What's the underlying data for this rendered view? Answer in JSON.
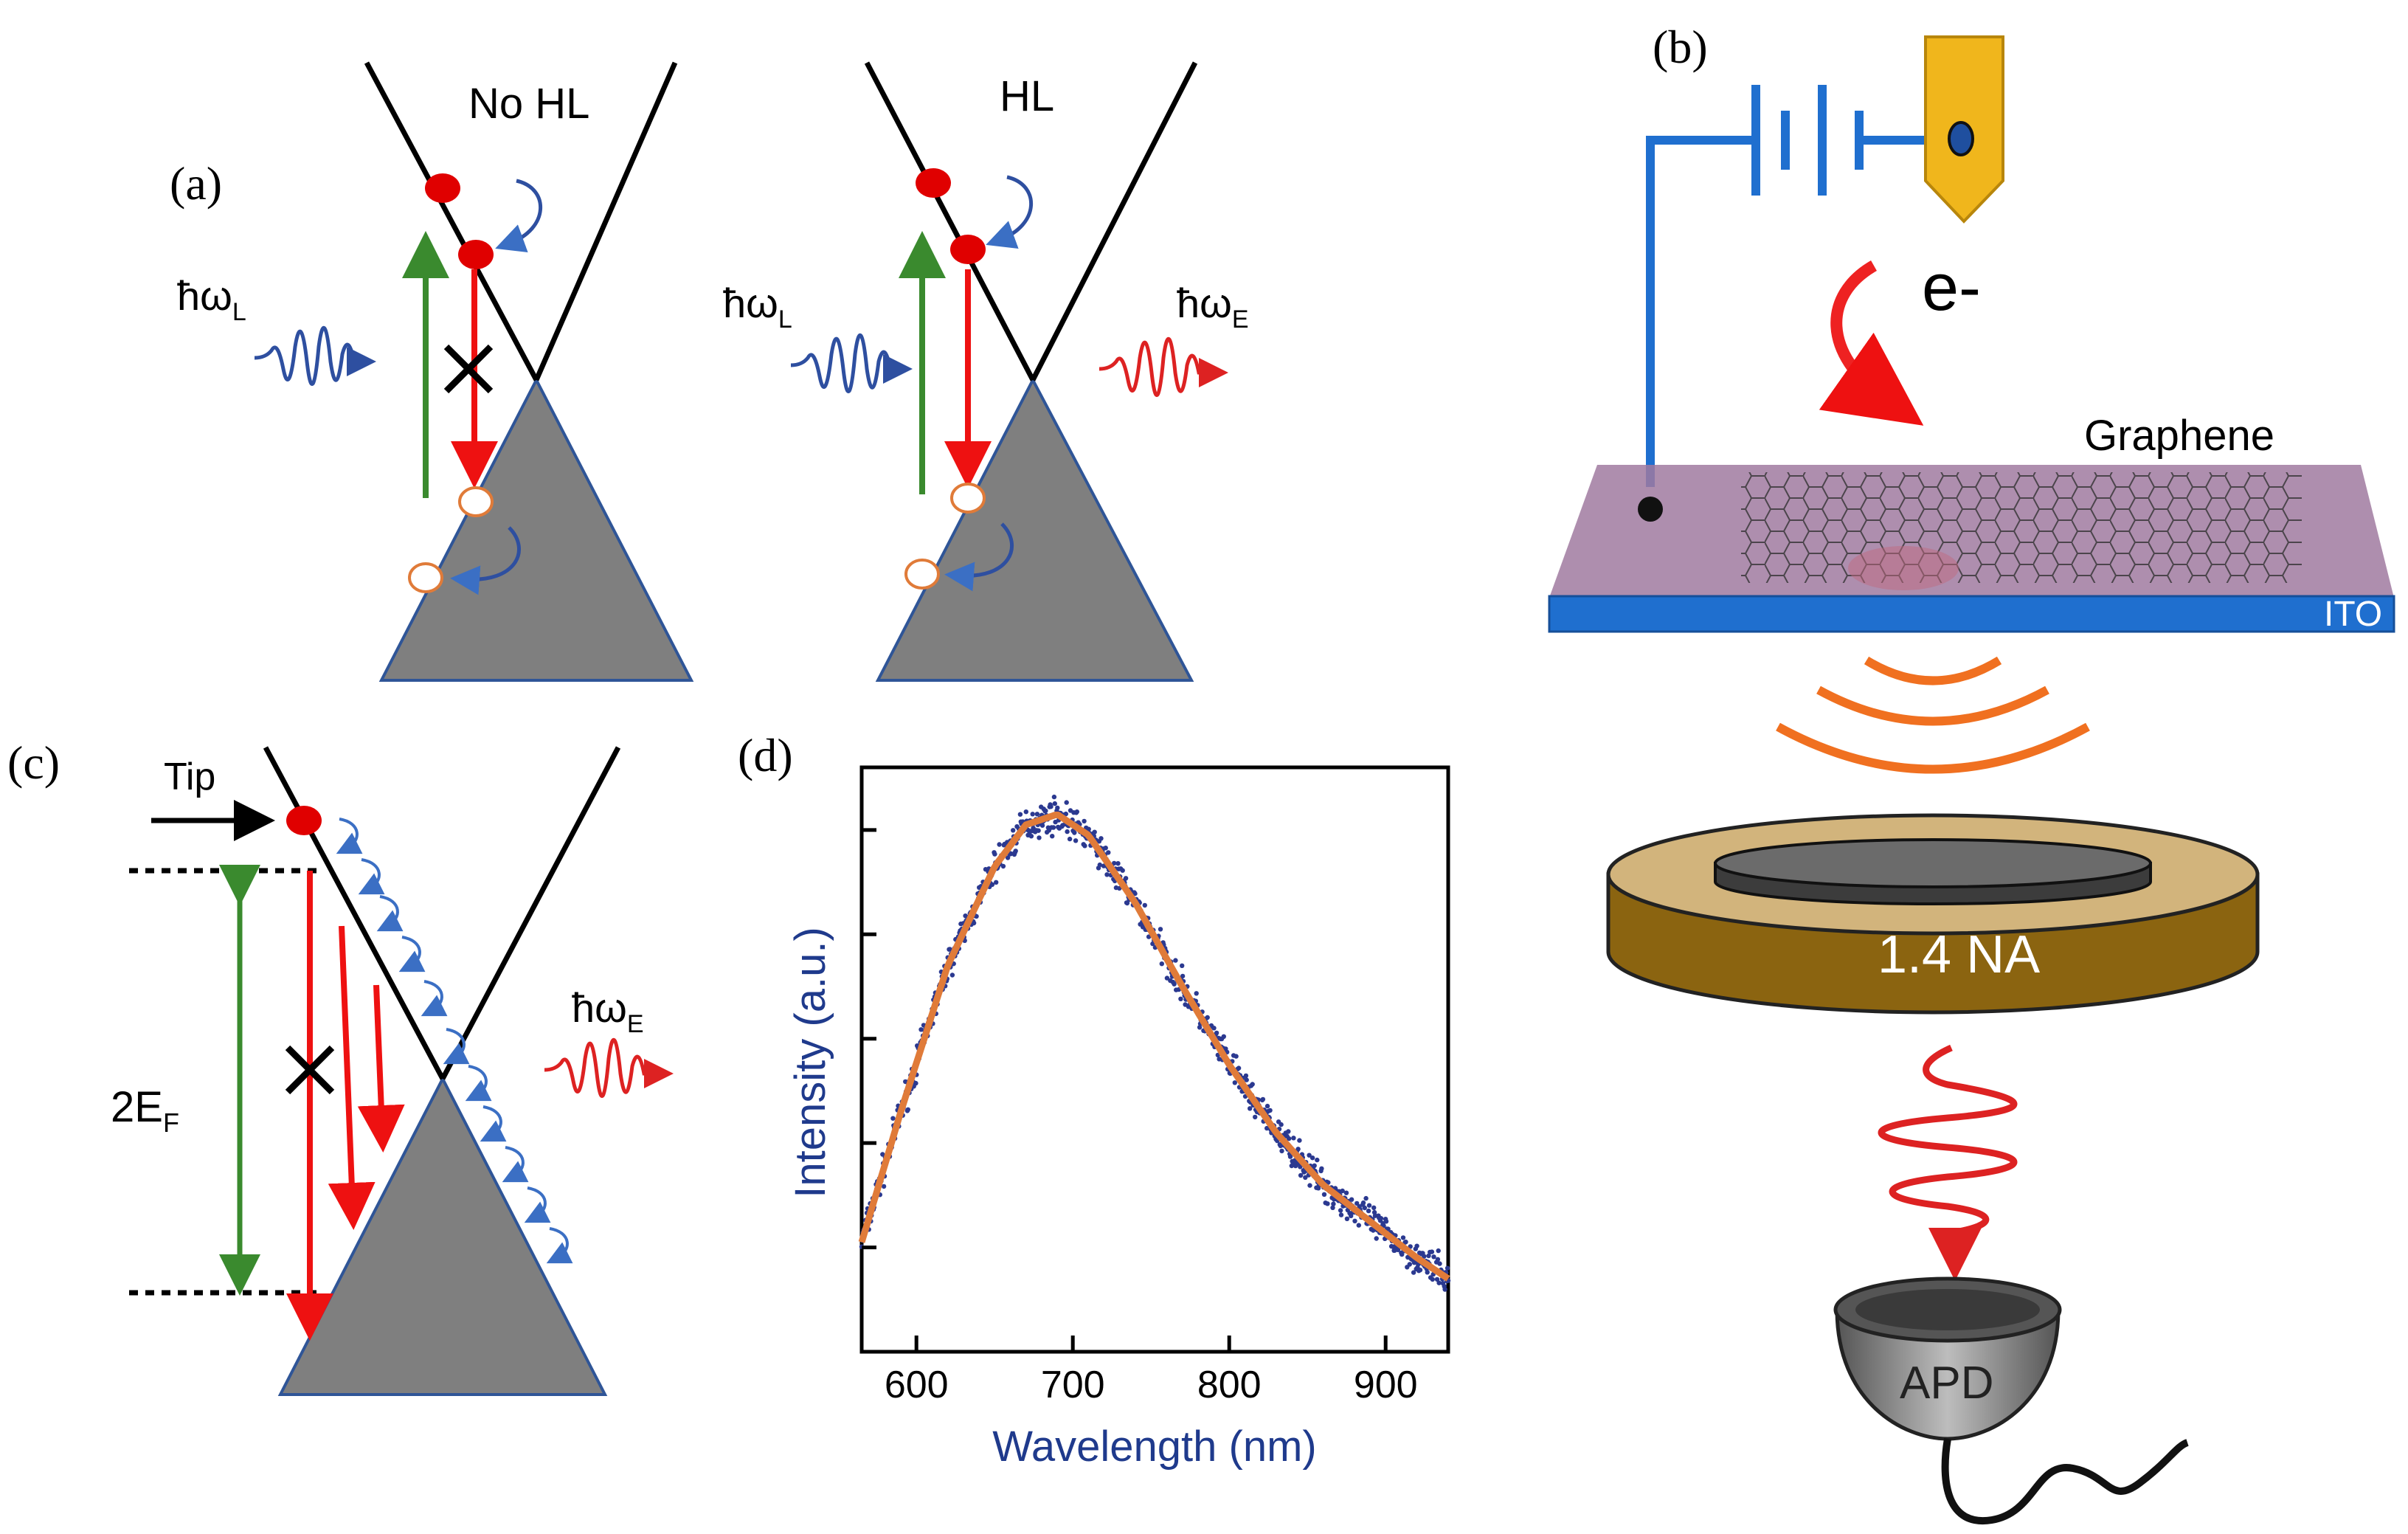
{
  "panel_a": {
    "label": "(a)",
    "left_title": "No HL",
    "right_title": "HL",
    "laser_symbol": "ħω",
    "laser_sub": "L",
    "emission_symbol": "ħω",
    "emission_sub": "E"
  },
  "panel_b": {
    "label": "(b)",
    "electron_label": "e-",
    "graphene_label": "Graphene",
    "ito_label": "ITO",
    "objective_label": "1.4 NA",
    "detector_label": "APD"
  },
  "panel_c": {
    "label": "(c)",
    "tip_label": "Tip",
    "fermi_label": "2E",
    "fermi_sub": "F",
    "emission_symbol": "ħω",
    "emission_sub": "E"
  },
  "panel_d": {
    "label": "(d)"
  },
  "colors": {
    "cone": "#000000",
    "valence_fill": "#7f7f7f",
    "valence_edge": "#2f5597",
    "electron": "#e00000",
    "green_arrow": "#3a8a2e",
    "red_arrow": "#ee1111",
    "laser_wave": "#2e4fa0",
    "emission_wave": "#dd2222",
    "curve": "#e07b39",
    "data_points": "#2b3990",
    "axis_text": "#1f3a8c",
    "ito": "#1f6fcf",
    "substrate": "#a07aa0",
    "orange_arc": "#f07020",
    "objective_gold": "#8b6410"
  },
  "chart_data": {
    "type": "scatter",
    "xlabel": "Wavelength (nm)",
    "ylabel": "Intensity (a.u.)",
    "xlim": [
      565,
      940
    ],
    "ylim": [
      0,
      1.12
    ],
    "x_ticks": [
      600,
      700,
      800,
      900
    ],
    "y_ticks_labeled": false,
    "fit_curve": {
      "x": [
        565,
        590,
        620,
        650,
        670,
        690,
        710,
        740,
        770,
        800,
        830,
        860,
        890,
        920,
        940
      ],
      "y": [
        0.21,
        0.46,
        0.74,
        0.93,
        1.01,
        1.03,
        0.99,
        0.86,
        0.7,
        0.55,
        0.42,
        0.32,
        0.25,
        0.18,
        0.14
      ]
    },
    "scatter_noise": 0.045
  }
}
